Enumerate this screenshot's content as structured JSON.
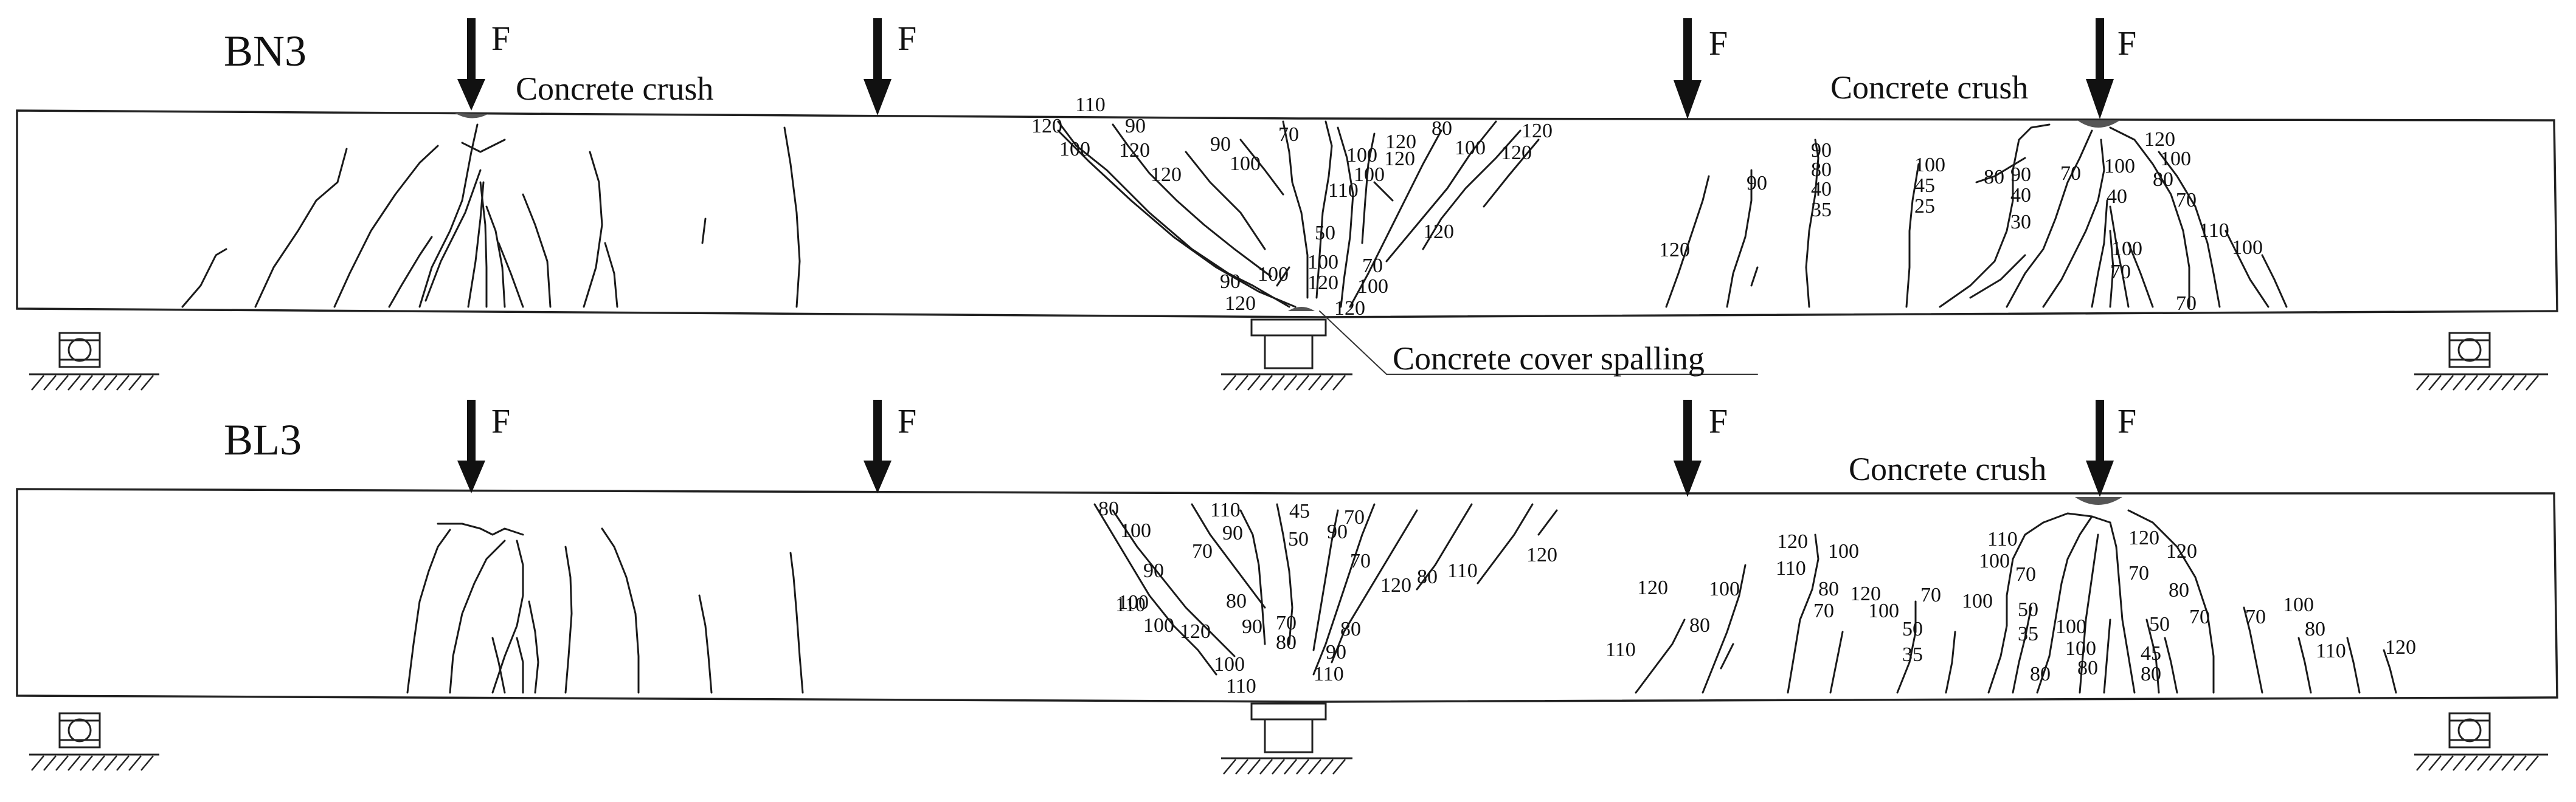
{
  "beams": [
    {
      "id": "BN3",
      "label": "BN3",
      "force_label": "F",
      "notes": {
        "crush_left": "Concrete crush",
        "crush_right": "Concrete crush",
        "spalling": "Concrete cover spalling"
      },
      "crack_labels": [
        "110",
        "120",
        "90",
        "100",
        "120",
        "120",
        "90",
        "70",
        "100",
        "100",
        "110",
        "120",
        "80",
        "120",
        "100",
        "120",
        "100",
        "120",
        "120",
        "50",
        "90",
        "100",
        "100",
        "70",
        "120",
        "100",
        "120",
        "120",
        "90",
        "80",
        "40",
        "35",
        "90",
        "120",
        "100",
        "45",
        "25",
        "80",
        "90",
        "40",
        "30",
        "70",
        "100",
        "40",
        "120",
        "100",
        "80",
        "70",
        "110",
        "100",
        "100",
        "70",
        "70"
      ]
    },
    {
      "id": "BL3",
      "label": "BL3",
      "force_label": "F",
      "notes": {
        "crush_right": "Concrete crush"
      },
      "crack_labels": [
        "80",
        "100",
        "110",
        "45",
        "90",
        "50",
        "70",
        "90",
        "70",
        "90",
        "100",
        "70",
        "120",
        "80",
        "110",
        "120",
        "110",
        "100",
        "120",
        "80",
        "90",
        "70",
        "80",
        "80",
        "100",
        "110",
        "90",
        "110",
        "120",
        "100",
        "120",
        "110",
        "80",
        "100",
        "70",
        "120",
        "100",
        "80",
        "110",
        "50",
        "35",
        "70",
        "100",
        "110",
        "100",
        "70",
        "50",
        "35",
        "100",
        "100",
        "80",
        "80",
        "120",
        "120",
        "70",
        "80",
        "50",
        "70",
        "45",
        "70",
        "100",
        "80",
        "110",
        "80",
        "120"
      ]
    }
  ]
}
